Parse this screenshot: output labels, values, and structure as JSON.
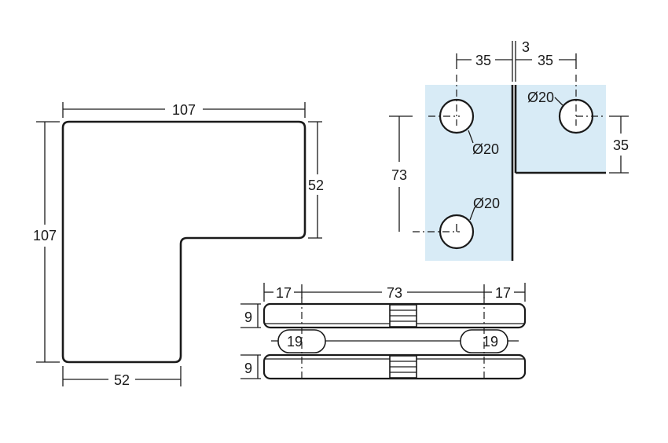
{
  "plan_view": {
    "overall_width": "107",
    "overall_height": "107",
    "top_leg_height": "52",
    "bottom_leg_width": "52"
  },
  "glass_view": {
    "gap": "3",
    "left_offset": "35",
    "right_offset": "35",
    "hole_spacing": "73",
    "right_hole_height": "35",
    "hole_dia_top_left": "Ø20",
    "hole_dia_bottom_left": "Ø20",
    "hole_dia_right": "Ø20"
  },
  "side_view": {
    "end_left": "17",
    "center": "73",
    "end_right": "17",
    "plate_top_thickness": "9",
    "plate_bottom_thickness": "9",
    "gasket_left": "19",
    "gasket_right": "19"
  },
  "colors": {
    "line": "#1a1a1a",
    "glass": "#d8ebf6"
  }
}
